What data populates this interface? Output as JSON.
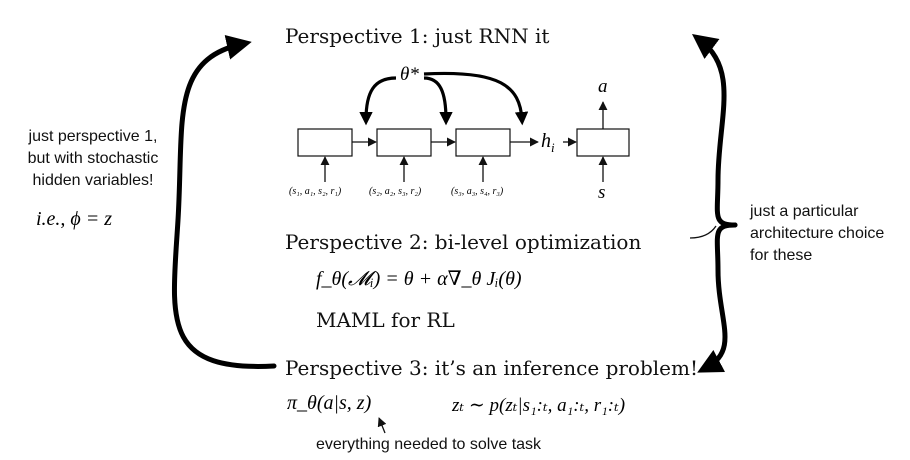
{
  "perspective_1": {
    "title": "Perspective 1: just RNN it",
    "theta_star": "θ*",
    "hidden_label": "h",
    "hidden_subscript": "i",
    "action_label": "a",
    "state_label": "s",
    "tuples": [
      "(s₁, a₁, s₂, r₁)",
      "(s₂, a₂, s₃, r₂)",
      "(s₃, a₃, s₄, r₃)"
    ]
  },
  "perspective_2": {
    "title": "Perspective 2: bi-level optimization",
    "formula": "f_θ(𝓜ᵢ) = θ + α∇_θ Jᵢ(θ)",
    "maml_label": "MAML for RL"
  },
  "perspective_3": {
    "title": "Perspective 3: it’s an inference problem!",
    "policy": "π_θ(a|s, z)",
    "posterior": "zₜ ∼ p(zₜ|s₁:ₜ, a₁:ₜ, r₁:ₜ)",
    "caption": "everything needed to solve task"
  },
  "left_note": {
    "lines": [
      "just perspective 1,",
      "but with stochastic",
      "hidden variables!"
    ],
    "math": "i.e., ϕ = z"
  },
  "right_note": {
    "lines": [
      "just a particular",
      "architecture choice",
      "for these"
    ]
  }
}
